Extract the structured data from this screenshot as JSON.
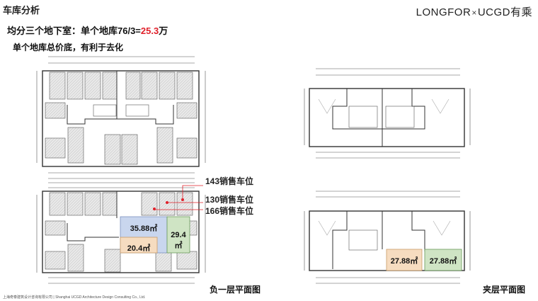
{
  "header": {
    "section_title": "车库分析",
    "brand_left": "LONGFOR",
    "brand_sep": "×",
    "brand_right": "UCGD有乘"
  },
  "headline": {
    "line1_prefix": "均分三个地下室：单个地库76/3=",
    "line1_value": "25.3",
    "line1_unit": "万",
    "line2": "单个地库总价底，有利于去化"
  },
  "callouts": {
    "c143": "143销售车位",
    "c130": "130销售车位",
    "c166": "166销售车位"
  },
  "areas": {
    "a1": "35.88㎡",
    "a2": "29.4㎡",
    "a3": "20.4㎡",
    "a4": "27.88㎡",
    "a5": "27.88㎡"
  },
  "plan_titles": {
    "basement": "负一层平面图",
    "mezzanine": "夹层平面图"
  },
  "footer": "上海奇泰建筑设计咨询有限公司 | Shanghai UCGD Architecture Design Consulting Co., Ltd.",
  "colors": {
    "accent_red": "#e0202a",
    "blue_zone": "#c9d6ee",
    "green_zone": "#cfe4c4",
    "orange_zone": "#f6dcc0"
  }
}
